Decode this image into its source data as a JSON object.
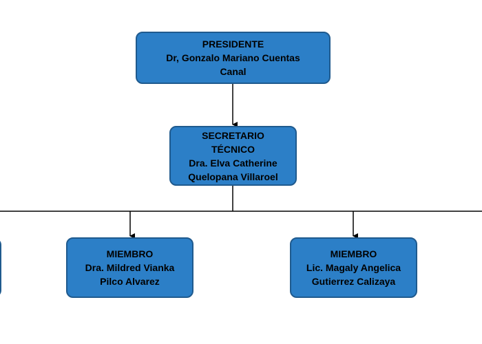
{
  "colors": {
    "box_fill": "#2c7fc7",
    "box_border": "#1f5a8e",
    "connector": "#000000"
  },
  "presidente": {
    "role": "PRESIDENTE",
    "name_line1": "Dr, Gonzalo Mariano Cuentas",
    "name_line2": "Canal"
  },
  "secretario": {
    "role_line1": "SECRETARIO",
    "role_line2": "TÉCNICO",
    "name_line1": "Dra. Elva Catherine",
    "name_line2": "Quelopana Villaroel"
  },
  "miembros": [
    {
      "role": "MIEMBRO",
      "name_line1": "Dra. Mildred Vianka",
      "name_line2": "Pilco Alvarez"
    },
    {
      "role": "MIEMBRO",
      "name_line1": "Lic. Magaly Angelica",
      "name_line2": "Gutierrez Calizaya"
    }
  ]
}
